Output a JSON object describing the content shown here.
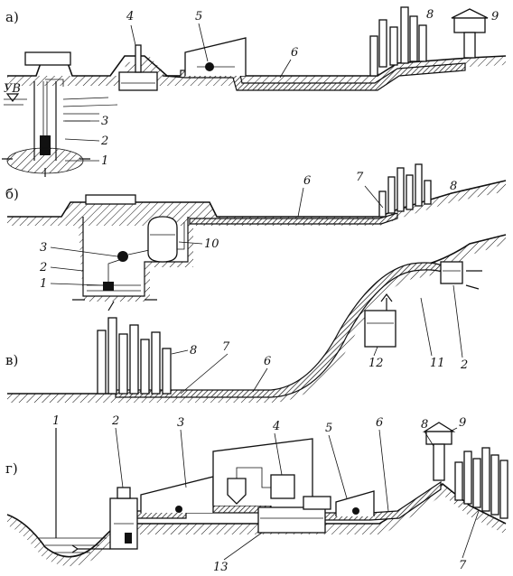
{
  "panels": [
    {
      "id": "a",
      "label": "а)"
    },
    {
      "id": "b",
      "label": "б)"
    },
    {
      "id": "v",
      "label": "в)"
    },
    {
      "id": "g",
      "label": "г)"
    }
  ],
  "labels": {
    "a": {
      "uv": "УВ",
      "n1": "1",
      "n2": "2",
      "n3": "3",
      "n4": "4",
      "n5": "5",
      "n6": "6",
      "n8": "8",
      "n9": "9"
    },
    "b": {
      "n1": "1",
      "n2": "2",
      "n3": "3",
      "n6": "6",
      "n7": "7",
      "n8": "8",
      "n10": "10"
    },
    "v": {
      "n2": "2",
      "n6": "6",
      "n7": "7",
      "n8": "8",
      "n11": "11",
      "n12": "12"
    },
    "g": {
      "n1": "1",
      "n2": "2",
      "n3": "3",
      "n4": "4",
      "n5": "5",
      "n6": "6",
      "n7": "7",
      "n8": "8",
      "n9": "9",
      "n13": "13"
    }
  },
  "colors": {
    "ink": "#111111",
    "paper": "#ffffff"
  }
}
